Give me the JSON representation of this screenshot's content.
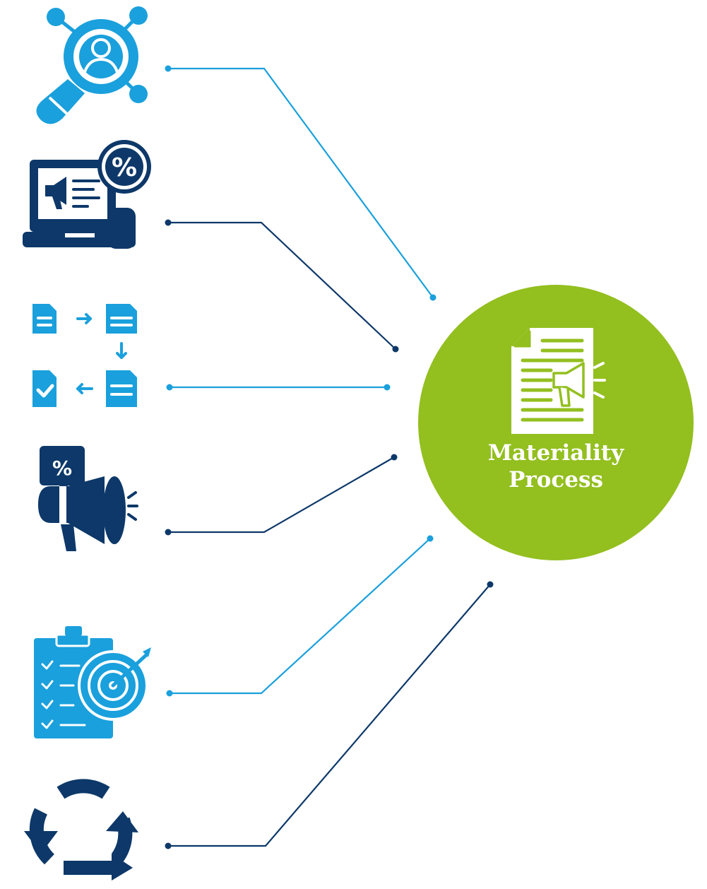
{
  "hub": {
    "title_line1": "Materiality",
    "title_line2": "Process",
    "icon": "document-megaphone-icon",
    "color": "#93bf1f"
  },
  "colors": {
    "light_blue": "#1aa0dc",
    "dark_navy": "#0d3869",
    "white": "#ffffff"
  },
  "inputs": [
    {
      "icon": "stakeholder-search-icon",
      "line_color": "light_blue"
    },
    {
      "icon": "laptop-promotion-icon",
      "line_color": "dark_navy"
    },
    {
      "icon": "document-workflow-icon",
      "line_color": "light_blue"
    },
    {
      "icon": "megaphone-discount-icon",
      "line_color": "dark_navy"
    },
    {
      "icon": "checklist-target-icon",
      "line_color": "light_blue"
    },
    {
      "icon": "cycle-arrows-icon",
      "line_color": "dark_navy"
    }
  ]
}
